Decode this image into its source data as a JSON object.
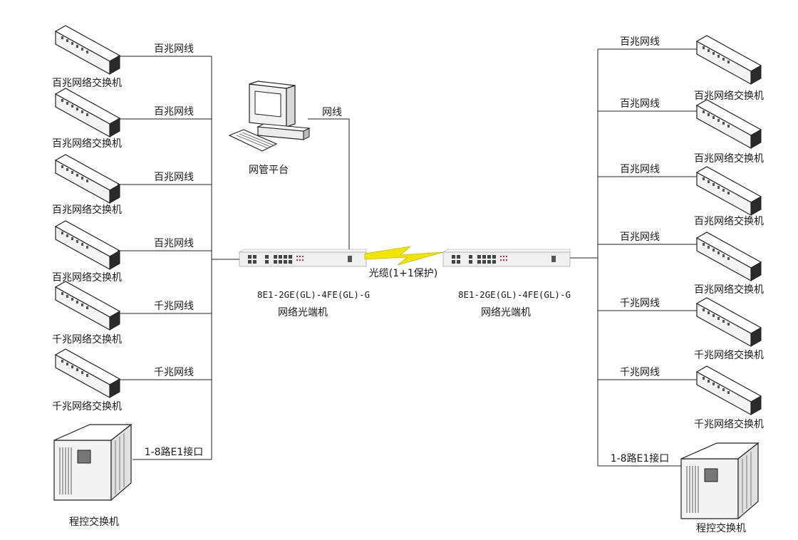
{
  "left": {
    "devices": [
      {
        "kind": "switch",
        "name": "百兆网络交换机",
        "link": "百兆网线"
      },
      {
        "kind": "switch",
        "name": "百兆网络交换机",
        "link": "百兆网线"
      },
      {
        "kind": "switch",
        "name": "百兆网络交换机",
        "link": "百兆网线"
      },
      {
        "kind": "switch",
        "name": "百兆网络交换机",
        "link": "百兆网线"
      },
      {
        "kind": "switch",
        "name": "千兆网络交换机",
        "link": "千兆网线"
      },
      {
        "kind": "switch",
        "name": "千兆网络交换机",
        "link": "千兆网线"
      },
      {
        "kind": "pbx",
        "name": "程控交换机",
        "link": "1-8路E1接口"
      }
    ]
  },
  "right": {
    "devices": [
      {
        "kind": "switch",
        "name": "百兆网络交换机",
        "link": "百兆网线"
      },
      {
        "kind": "switch",
        "name": "百兆网络交换机",
        "link": "百兆网线"
      },
      {
        "kind": "switch",
        "name": "百兆网络交换机",
        "link": "百兆网线"
      },
      {
        "kind": "switch",
        "name": "百兆网络交换机",
        "link": "百兆网线"
      },
      {
        "kind": "switch",
        "name": "千兆网络交换机",
        "link": "千兆网线"
      },
      {
        "kind": "switch",
        "name": "千兆网络交换机",
        "link": "千兆网线"
      },
      {
        "kind": "pbx",
        "name": "程控交换机",
        "link": "1-8路E1接口"
      }
    ]
  },
  "nms": {
    "name": "网管平台",
    "link": "网线"
  },
  "terminal_left": {
    "model": "8E1-2GE(GL)-4FE(GL)-G",
    "name": "网络光端机"
  },
  "terminal_right": {
    "model": "8E1-2GE(GL)-4FE(GL)-G",
    "name": "网络光端机"
  },
  "fiber": {
    "label": "光缆(1+1保护)",
    "color": "#f2e600"
  }
}
